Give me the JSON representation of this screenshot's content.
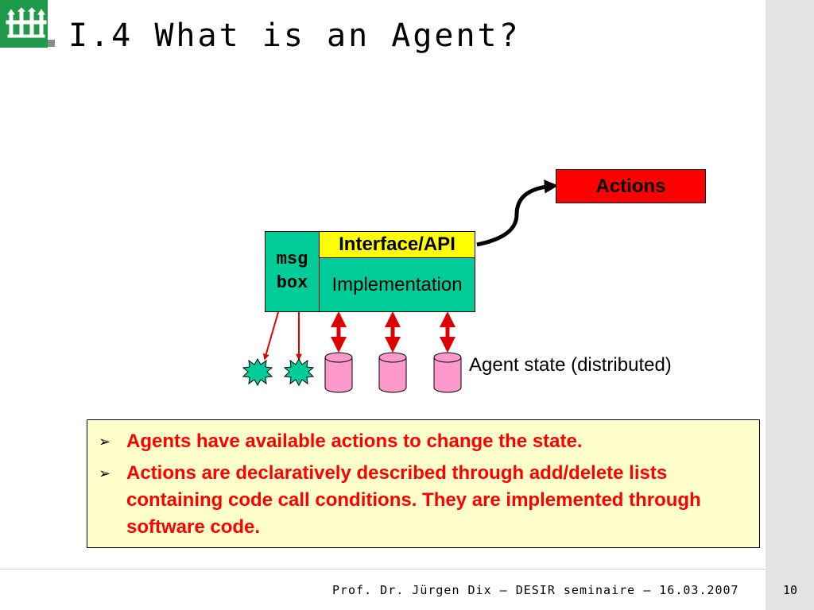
{
  "slide": {
    "title": "I.4 What is an Agent?"
  },
  "diagram": {
    "actions": "Actions",
    "msg_box": [
      "msg",
      "box"
    ],
    "interface": "Interface/API",
    "implementation": "Implementation",
    "state_label": "Agent state (distributed)"
  },
  "bullets": [
    "Agents have available actions to change the state.",
    "Actions are declaratively described through add/delete lists containing code call conditions. They are implemented through software code."
  ],
  "footer": {
    "text": "Prof. Dr. Jürgen Dix – DESIR seminaire – 16.03.2007",
    "page": "10"
  },
  "colors": {
    "actions_fill": "#ff0000",
    "box_green": "#00cc99",
    "interface_fill": "#ffff00",
    "db_pink": "#ff99cc",
    "info_bg": "#ffffcc",
    "bullet_text": "#ff0000",
    "logo_green": "#1f9a4a"
  }
}
